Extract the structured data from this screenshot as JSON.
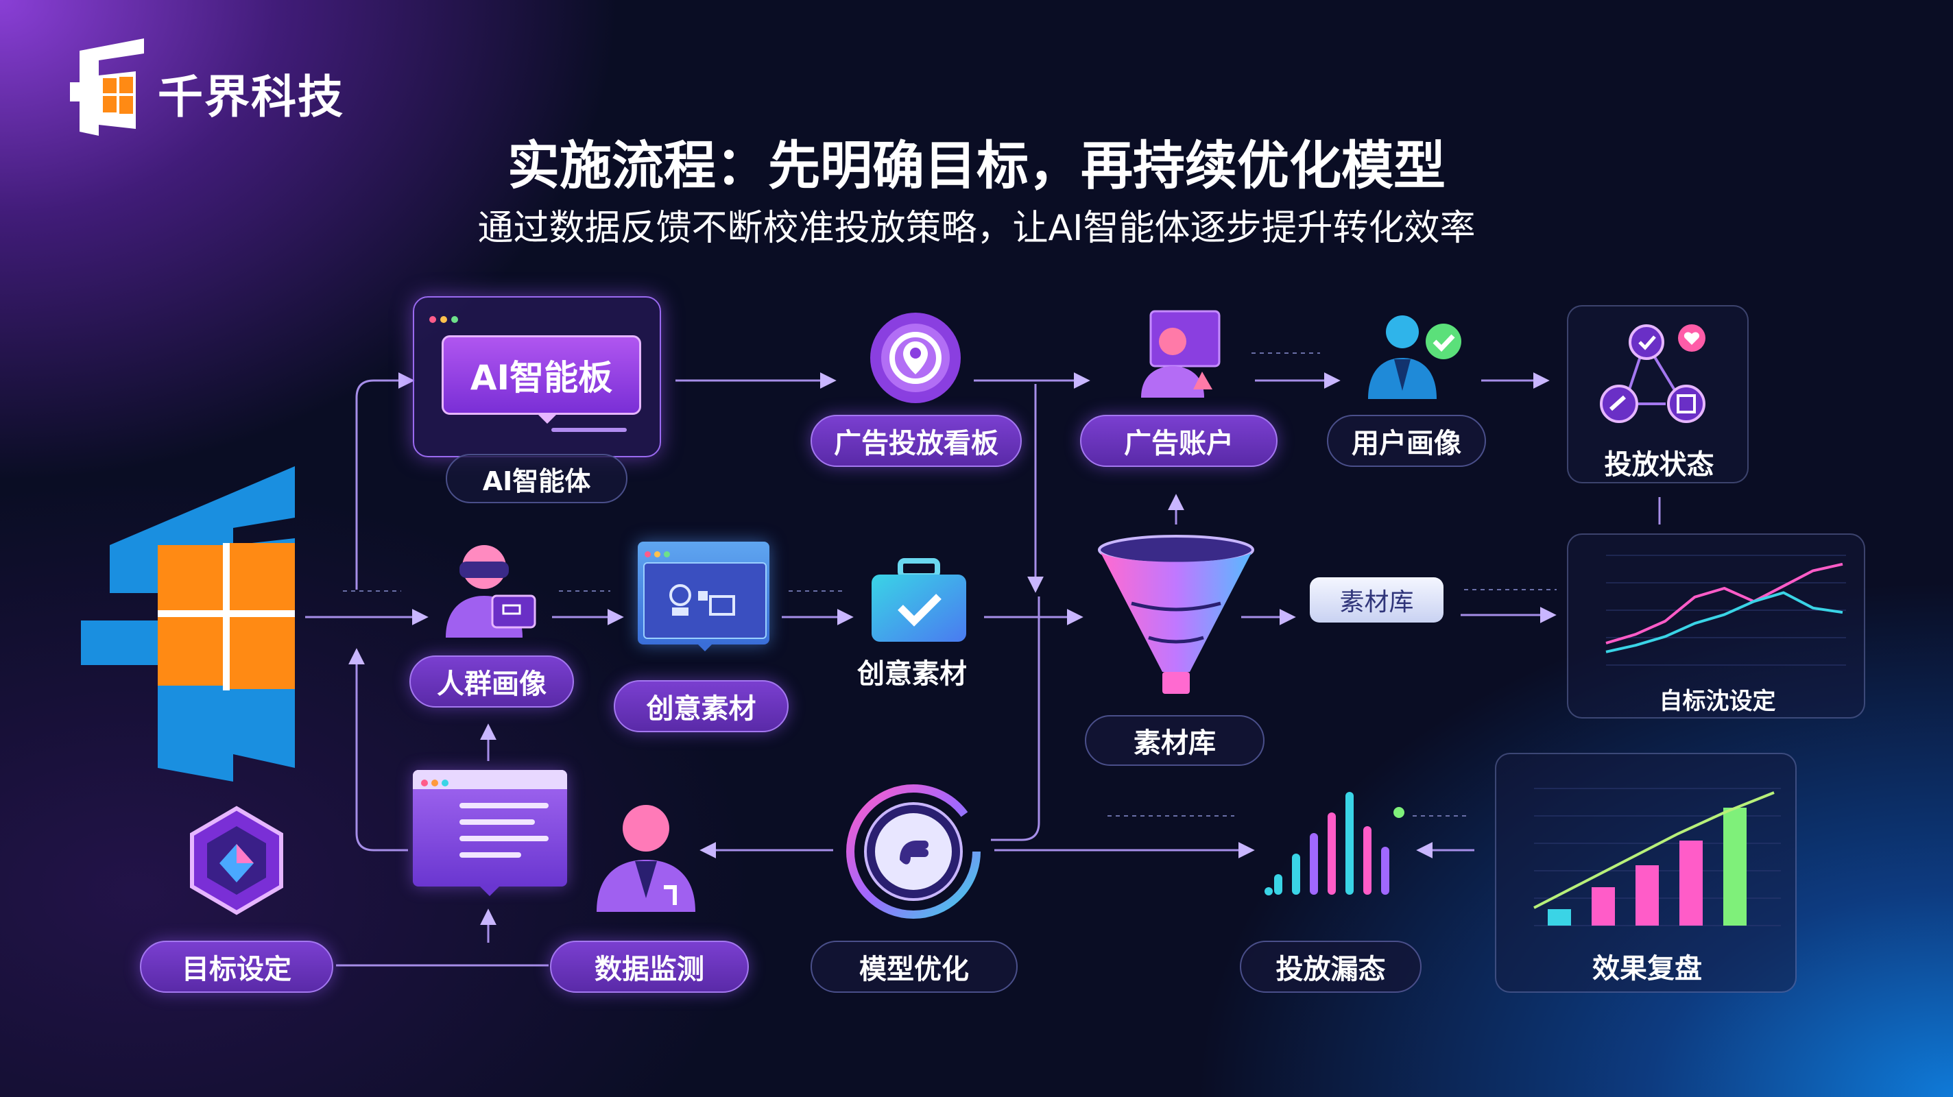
{
  "brand": {
    "name": "千界科技"
  },
  "header": {
    "title": "实施流程：先明确目标，再持续优化模型",
    "subtitle": "通过数据反馈不断校准投放策略，让AI智能体逐步提升转化效率"
  },
  "nodes": {
    "ai_board_screen": "AI智能板",
    "ai_agent": "AI智能体",
    "ad_dashboard": "广告投放看板",
    "ad_account": "广告账户",
    "user_profile": "用户画像",
    "delivery_status": "投放状态",
    "crowd_profile": "人群画像",
    "creative_material_pill": "创意素材",
    "creative_material_label": "创意素材",
    "material_library_tag": "素材库",
    "material_library_pill": "素材库",
    "goal_setting_chart_label": "自标沈设定",
    "goal_setting": "目标设定",
    "data_monitoring": "数据监测",
    "model_optimization": "模型优化",
    "delivery_funnel": "投放漏态",
    "effect_review": "效果复盘"
  },
  "icons": {
    "logo": "qianjie-logo-icon",
    "big_logo": "qianjie-large-logo-icon",
    "dashboard": "target-location-icon",
    "ad_account": "user-screen-icon",
    "user_profile": "users-check-icon",
    "status": "status-network-icon",
    "crowd": "vr-user-icon",
    "creative": "browser-window-icon",
    "briefcase": "briefcase-check-icon",
    "funnel": "funnel-icon",
    "goal": "hexagon-target-icon",
    "monitor_window": "document-window-icon",
    "analyst": "businessman-icon",
    "model": "circular-hand-icon",
    "equalizer": "equalizer-bars-icon"
  },
  "colors": {
    "accent_purple": "#7a3fd0",
    "accent_pink": "#ff5cc8",
    "accent_cyan": "#3ad4e6",
    "accent_green": "#7ff07a",
    "logo_blue": "#1a8fe0",
    "logo_orange": "#ff8a14"
  },
  "chart_data": [
    {
      "type": "line",
      "series": [
        {
          "values": [
            20,
            28,
            40,
            62,
            70,
            58,
            72,
            86,
            92
          ]
        },
        {
          "values": [
            12,
            18,
            26,
            38,
            46,
            58,
            66,
            52,
            48
          ]
        }
      ]
    },
    {
      "type": "bar",
      "categories": [
        "",
        "",
        "",
        "",
        ""
      ],
      "values": [
        12,
        28,
        44,
        62,
        86
      ],
      "trend": [
        8,
        26,
        44,
        62,
        78,
        92
      ]
    }
  ]
}
